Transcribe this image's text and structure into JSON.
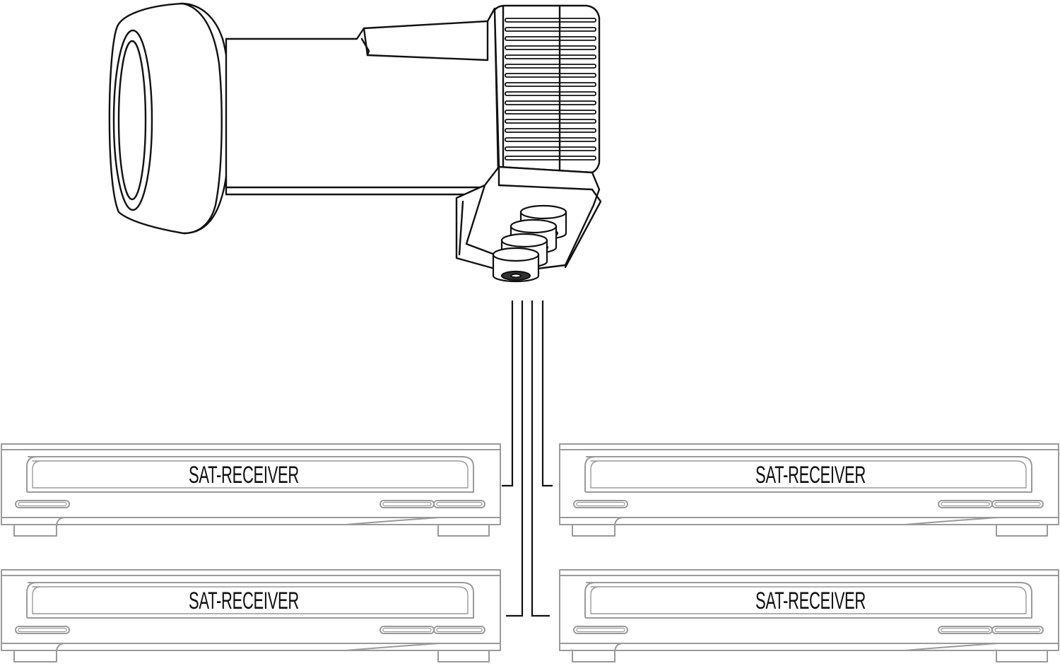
{
  "diagram": {
    "lnb": {
      "icon": "quad-lnb-icon",
      "outputs": 4
    },
    "cables": 4,
    "receivers": [
      {
        "label": "SAT-RECEIVER"
      },
      {
        "label": "SAT-RECEIVER"
      },
      {
        "label": "SAT-RECEIVER"
      },
      {
        "label": "SAT-RECEIVER"
      }
    ],
    "colors": {
      "lnb_stroke": "#111111",
      "cable": "#111111",
      "receiver_stroke": "#9a9a9a",
      "label": "#111111"
    }
  }
}
